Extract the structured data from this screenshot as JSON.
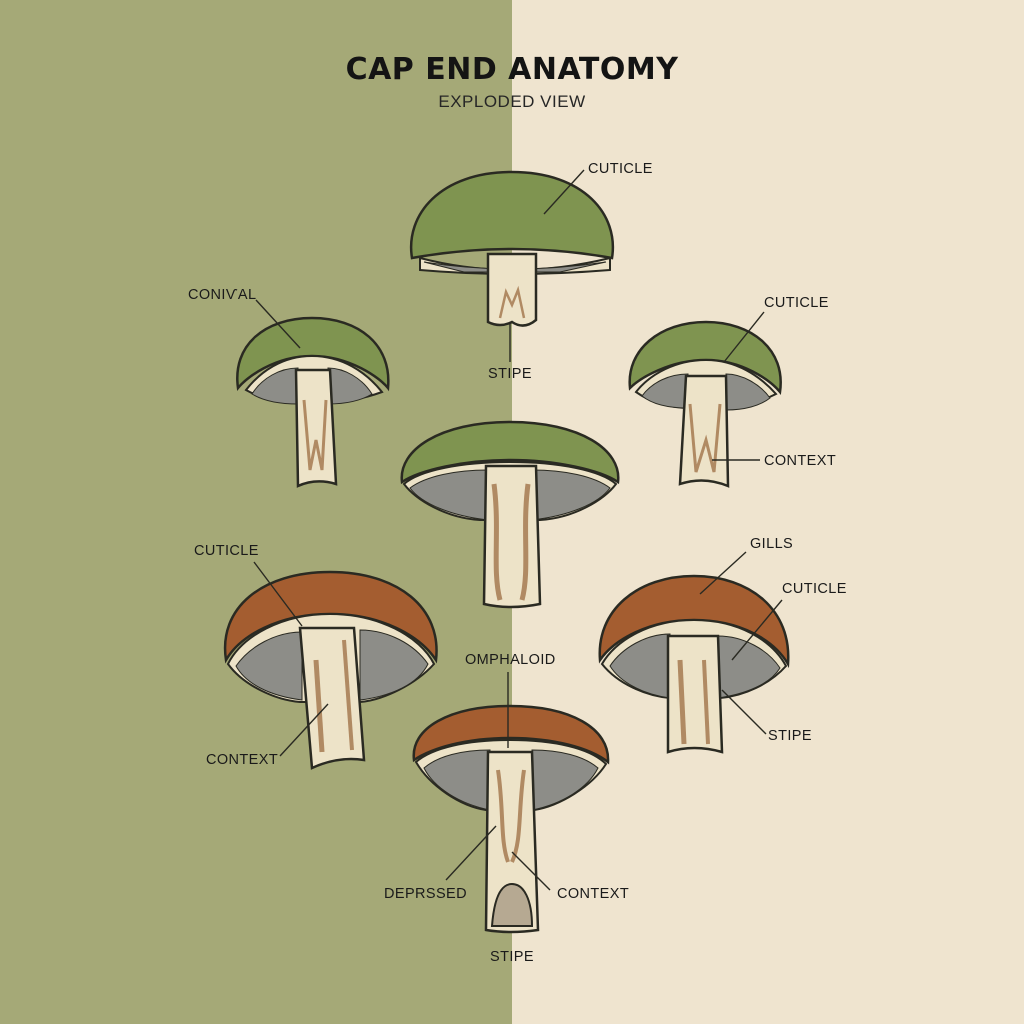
{
  "header": {
    "title": "CAP END ANATOMY",
    "subtitle": "EXPLODED VIEW"
  },
  "colors": {
    "bg_left": "#a5a977",
    "bg_right": "#efe4cf",
    "cap_green": "#7f9450",
    "cap_brown": "#a45d30",
    "flesh": "#ede3c8",
    "gills": "#8d8d88",
    "core": "#b08a63",
    "outline": "#2a2a22"
  },
  "labels": {
    "top_cuticle": "CUTICLE",
    "top_stipe": "STIPE",
    "left_conival": "CONIѴAL",
    "right_cuticle": "CUTICLE",
    "right_context": "CONTEXT",
    "mid_left_cuticle": "CUTICLE",
    "mid_left_context": "CONTEXT",
    "gills": "GILLS",
    "mid_right_cuticle": "CUTICLE",
    "mid_right_stipe": "STIPE",
    "omphaloid": "OMPHALOID",
    "depressed": "DEPRSSED",
    "bottom_context": "CONTEXT",
    "bottom_stipe": "STIPE"
  }
}
